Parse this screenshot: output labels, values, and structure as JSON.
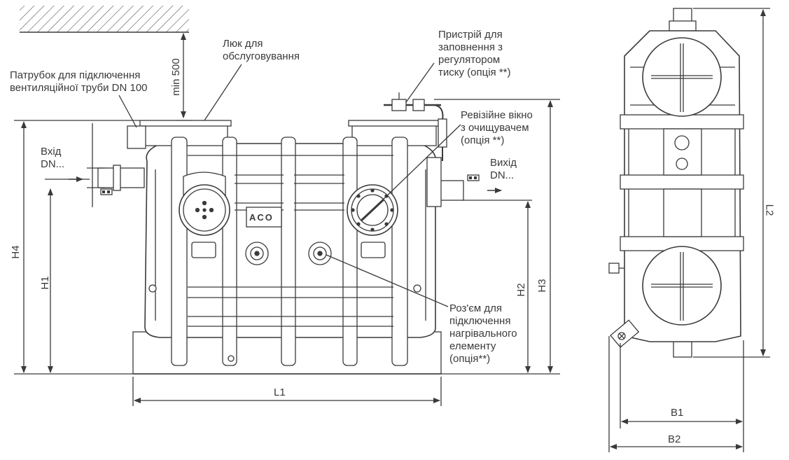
{
  "labels": {
    "vent": [
      "Патрубок для підключення",
      "вентиляційної труби DN 100"
    ],
    "hatch": [
      "Люк для",
      "обслуговування"
    ],
    "min_clearance": "min 500",
    "filler": [
      "Пристрій для",
      "заповнення з",
      "регулятором",
      "тиску (опція **)"
    ],
    "inspection": [
      "Ревізійне вікно",
      "з очищувачем",
      "(опція **)"
    ],
    "inlet": [
      "Вхід",
      "DN..."
    ],
    "outlet": [
      "Вихід",
      "DN..."
    ],
    "heater": [
      "Роз'єм для",
      "підключення",
      "нагрівального",
      "елементу",
      "(опція**)"
    ]
  },
  "dimensions": {
    "H4": "H4",
    "H1": "H1",
    "H2": "H2",
    "H3": "H3",
    "L1": "L1",
    "L2": "L2",
    "B1": "B1",
    "B2": "B2"
  },
  "logo": "ACO",
  "colors": {
    "line": "#3a3a3a",
    "fill": "#ffffff"
  }
}
